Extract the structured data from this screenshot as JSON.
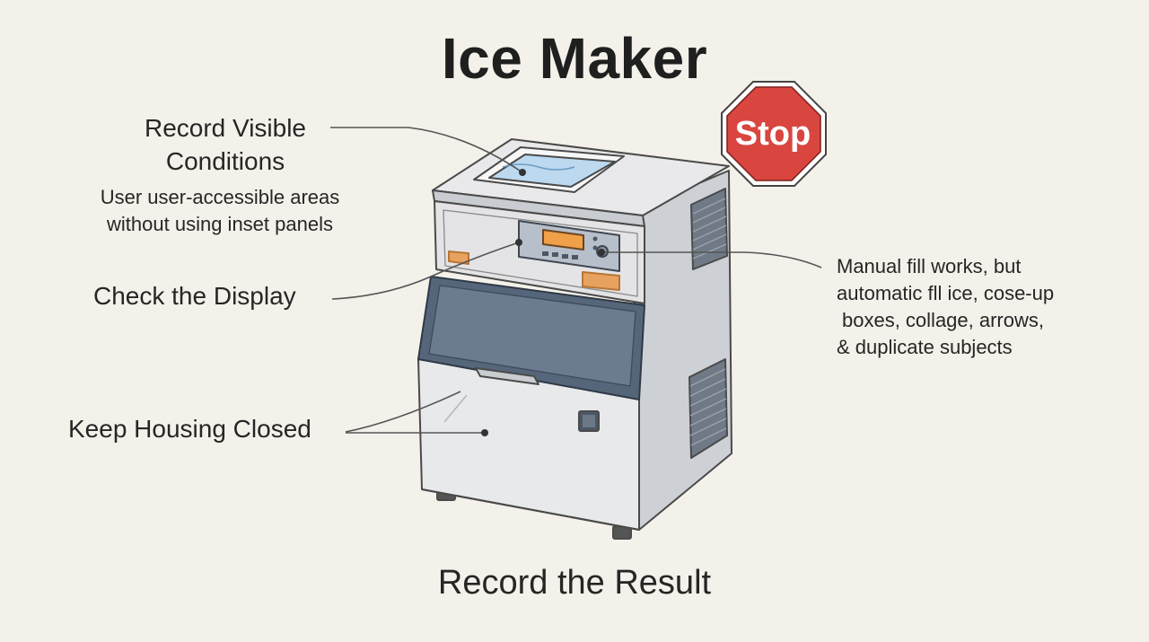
{
  "title": "Ice Maker",
  "stop_sign": {
    "text": "Stop",
    "color": "#d9463f"
  },
  "labels": {
    "record_visible": "Record Visible Conditions",
    "accessible_note": "User user-accessible areas without using inset panels",
    "check_display": "Check the Display",
    "keep_housing": "Keep Housing Closed",
    "manual_fill_lines": [
      "Manual fill works, but",
      "automatic fll ice, cose-up",
      "boxes, collage, arrows,",
      "& duplicate subjects"
    ]
  },
  "footer": "Record the Result",
  "colors": {
    "background": "#f3f1ea",
    "body": "#e4e4e6",
    "bin_door": "#56667a",
    "accent_orange": "#e8a25f",
    "display_amber": "#f0a048",
    "water": "#bcd9f0"
  }
}
